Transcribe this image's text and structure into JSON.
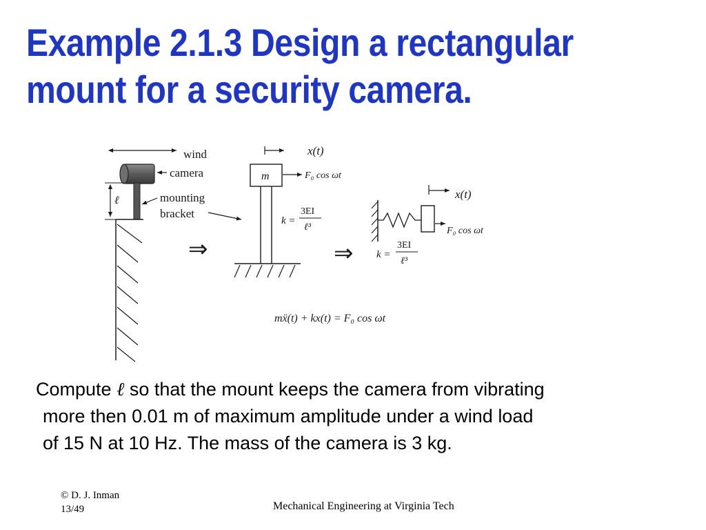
{
  "slide": {
    "title_line1": "Example 2.1.3  Design a rectangular",
    "title_line2": "mount for a security camera."
  },
  "diagram": {
    "wind_label": "wind",
    "camera_label": "camera",
    "mounting_label": "mounting",
    "bracket_label": "bracket",
    "ell_symbol": "ℓ",
    "mass_label": "m",
    "x_label": "x(t)",
    "force_label": "F₀ cos ωt",
    "stiffness_lhs": "k =",
    "stiffness_num": "3EI",
    "stiffness_den": "ℓ³",
    "implies_symbol": "⇒",
    "equation": "mẍ(t) + kx(t) = F₀ cos ωt"
  },
  "body": {
    "compute": "Compute",
    "ell": "ℓ",
    "line1_rest": "so that the mount keeps the camera from vibrating",
    "line2": "more then 0.01 m of maximum amplitude under a wind load",
    "line3": "of 15 N at 10 Hz. The mass of the camera is 3 kg."
  },
  "footer": {
    "copyright": "© D. J. Inman",
    "page": "13/49",
    "institution": "Mechanical Engineering at Virginia Tech"
  },
  "colors": {
    "title": "#1f35c4",
    "text": "#000000",
    "diagram_ink": "#1a1a1a"
  }
}
